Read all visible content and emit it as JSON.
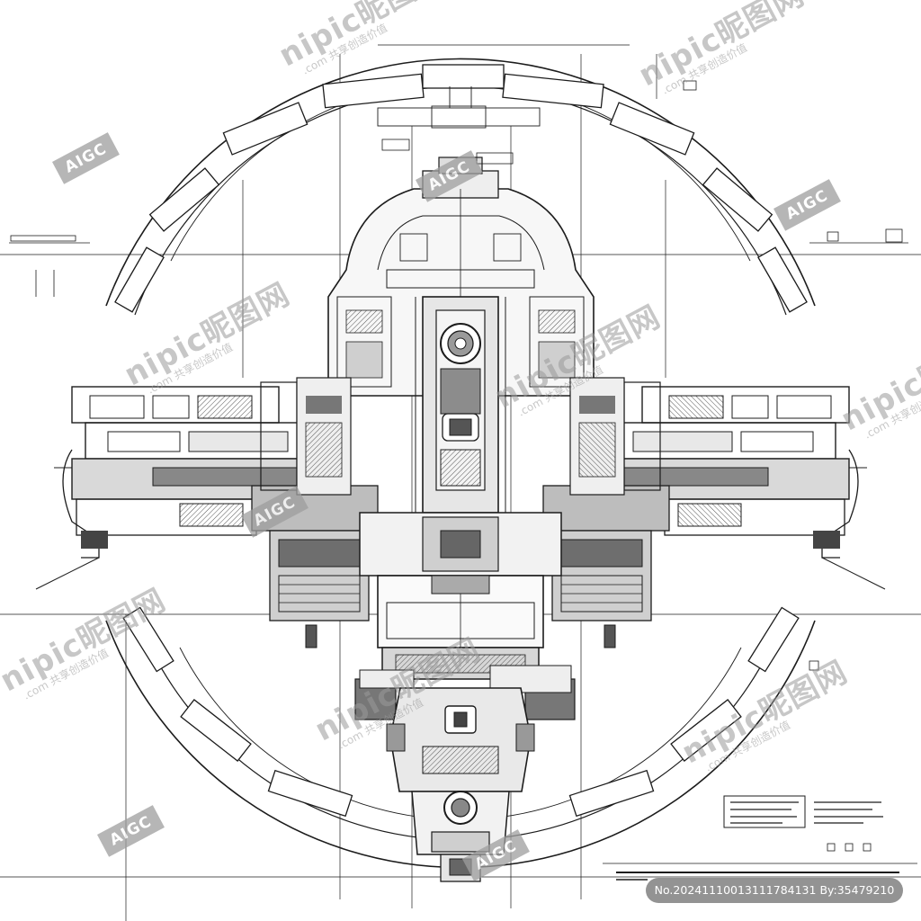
{
  "watermark": {
    "brand": "nipic昵图网",
    "tagline": ".com 共享创造价值",
    "ai_label": "AIGC"
  },
  "image_id": "No.20241110013111784131 By:35479210",
  "colors": {
    "line": "#1c1c1c",
    "shade": "#7a7a7a",
    "paper": "#ffffff",
    "watermark": "#9a9a9a"
  }
}
